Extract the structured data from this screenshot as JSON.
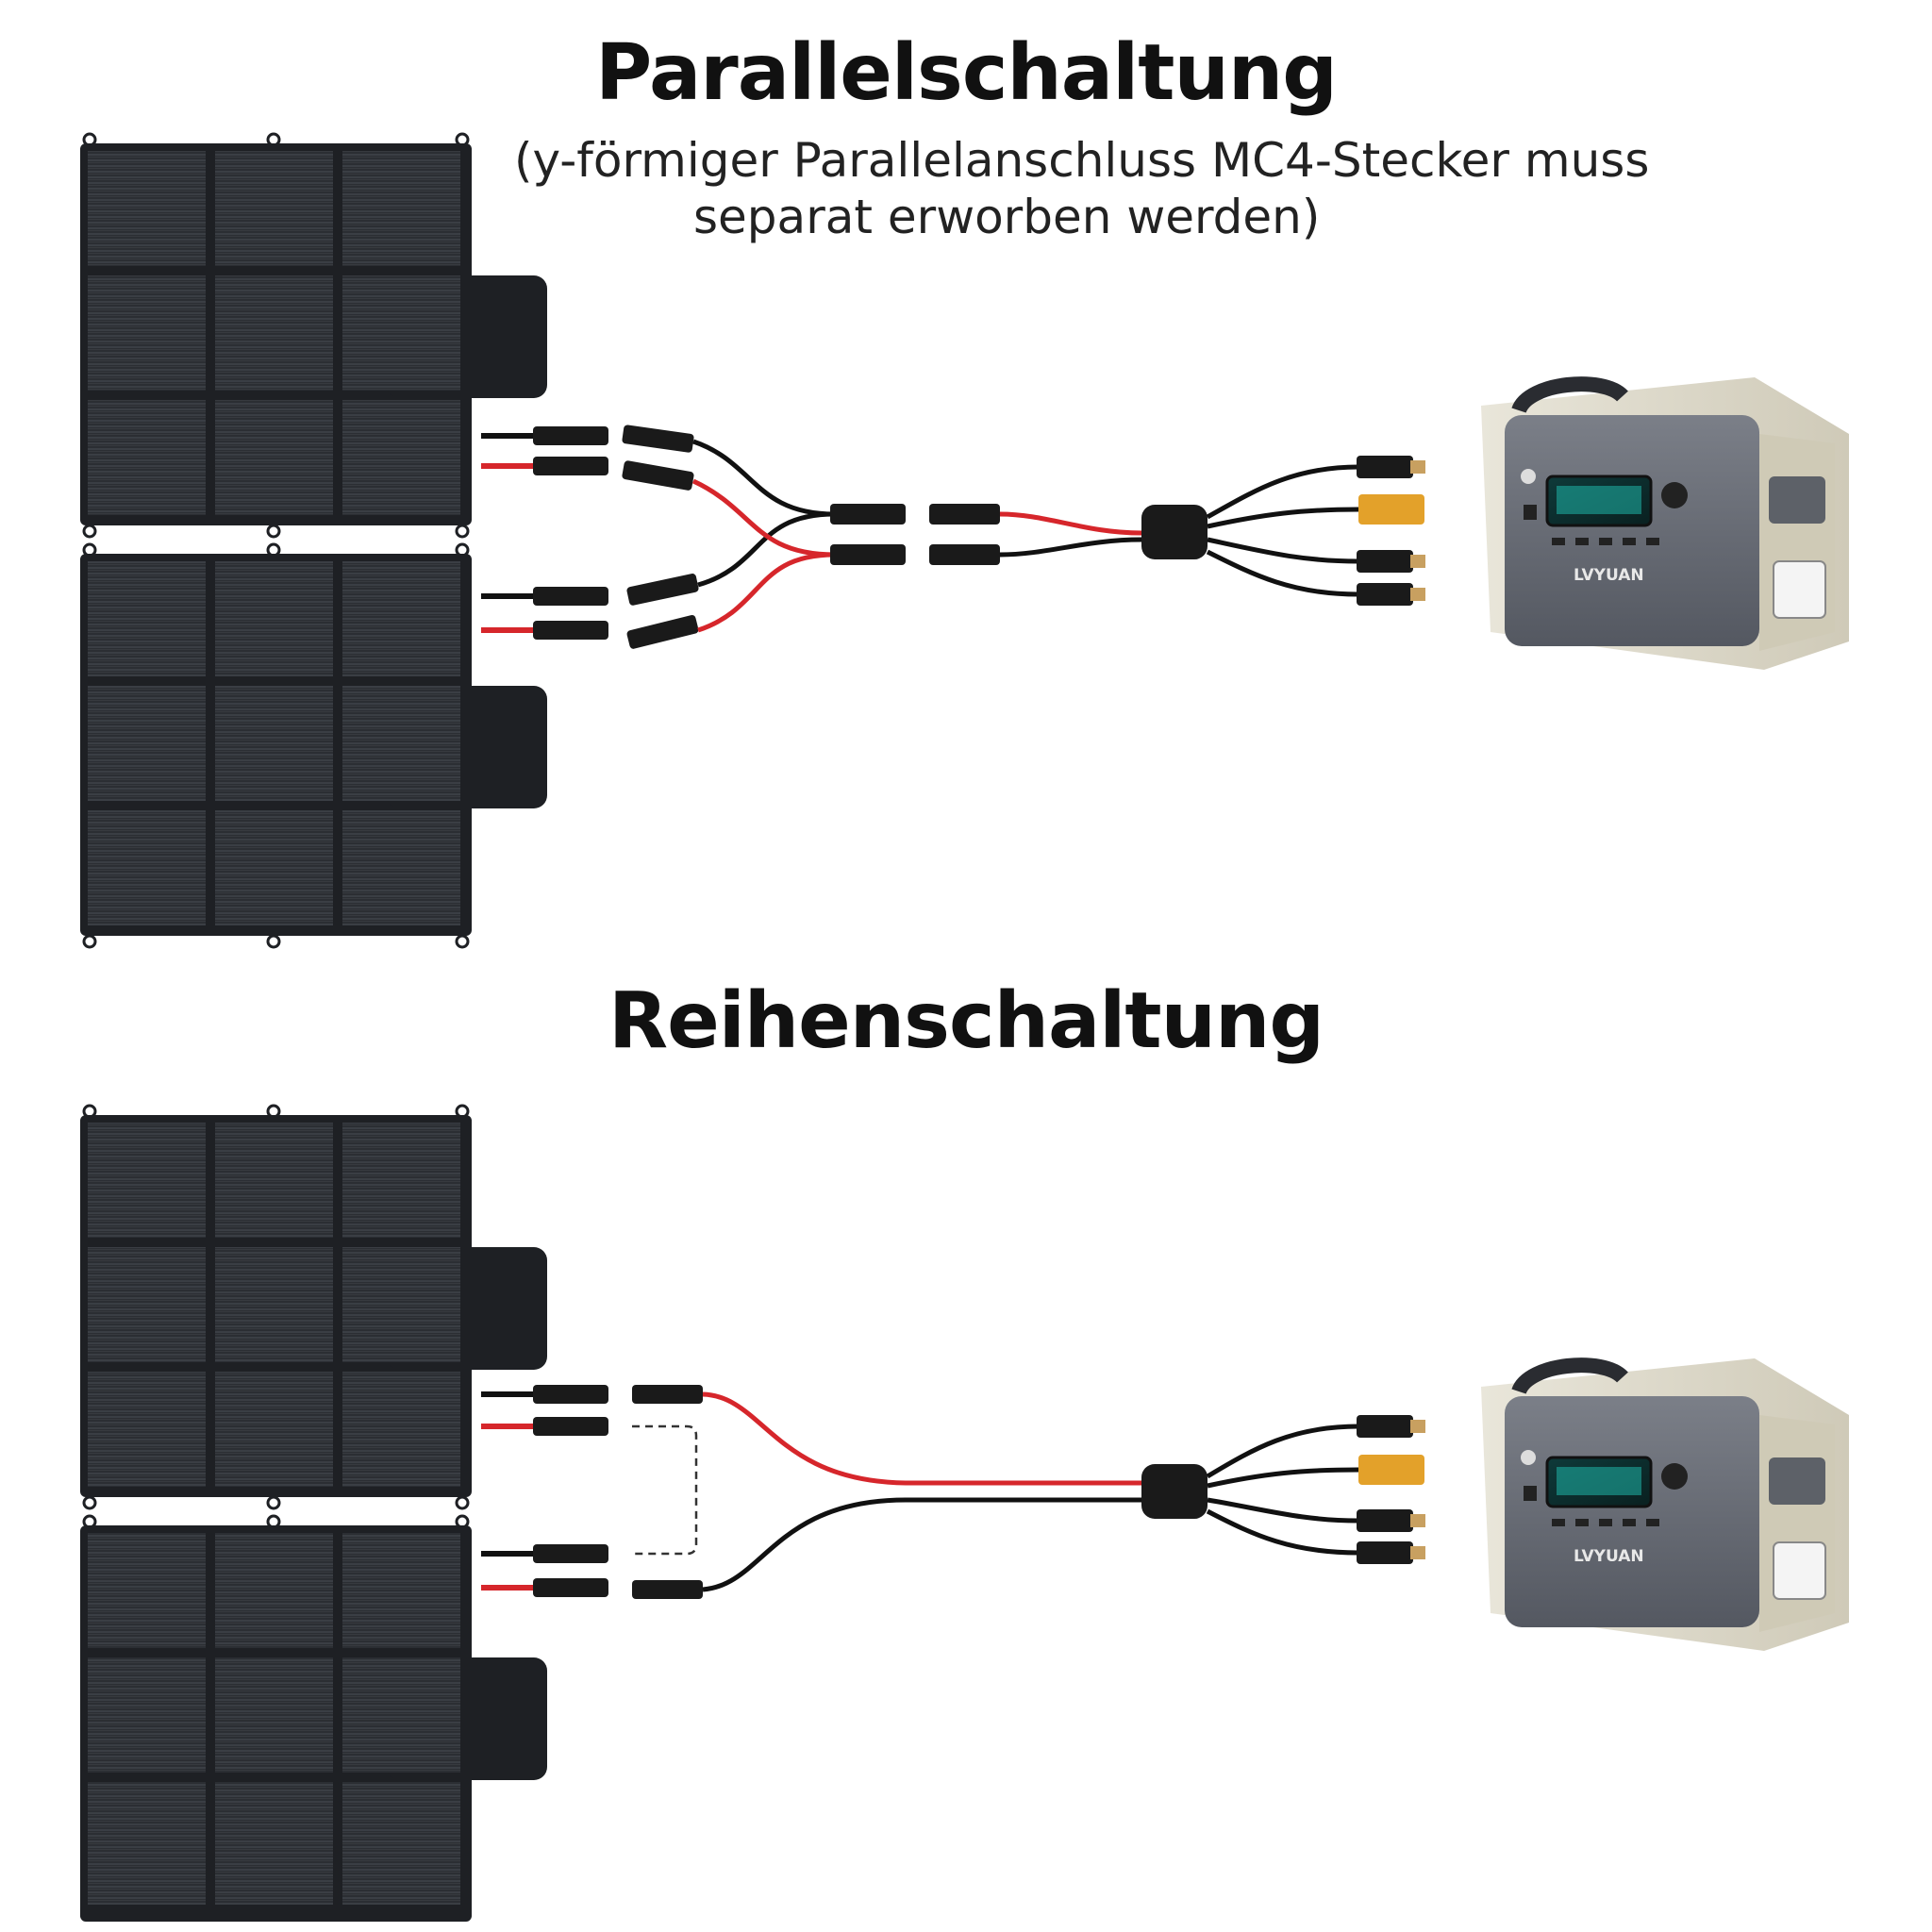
{
  "sections": [
    {
      "title": "Parallelschaltung",
      "note_lines": [
        "(y-förmiger Parallelanschluss MC4-Stecker muss",
        "separat erworben werden)"
      ],
      "connection": "parallel"
    },
    {
      "title": "Reihenschaltung",
      "connection": "series"
    }
  ],
  "station": {
    "brand": "LVYUAN"
  },
  "colors": {
    "positive": "#d6262b",
    "negative": "#111111",
    "panel": "#2a2d32",
    "connector_xt60": "#e3a12a"
  },
  "icons": [
    "solar-panel-icon",
    "mc4-connector-icon",
    "y-branch-connector-icon",
    "power-station-icon"
  ]
}
